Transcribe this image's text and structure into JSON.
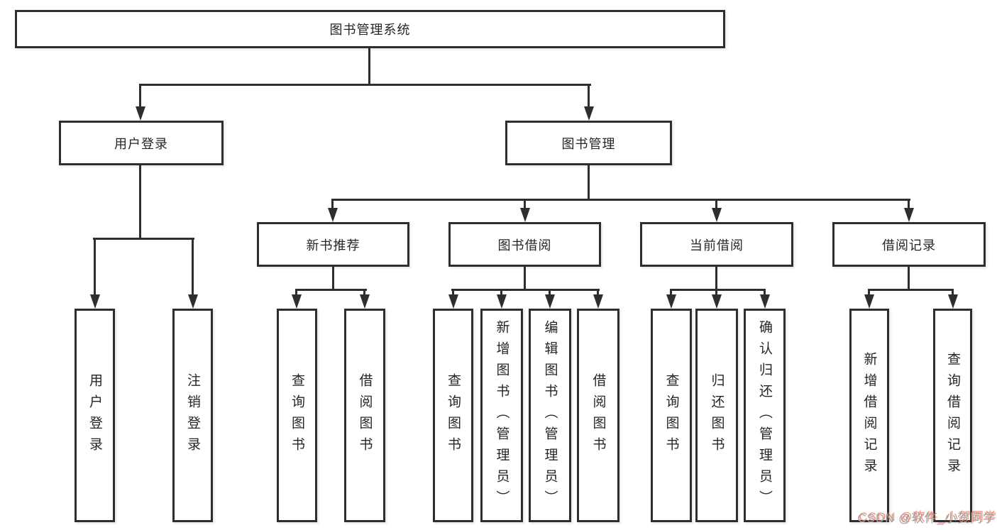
{
  "diagram": {
    "title": "图书管理系统",
    "root": {
      "label": "图书管理系统"
    },
    "branches": [
      {
        "label": "用户登录",
        "children": [
          {
            "label": "用户登录"
          },
          {
            "label": "注销登录"
          }
        ]
      },
      {
        "label": "图书管理",
        "children": [
          {
            "label": "新书推荐",
            "children": [
              {
                "label": "查询图书"
              },
              {
                "label": "借阅图书"
              }
            ]
          },
          {
            "label": "图书借阅",
            "children": [
              {
                "label": "查询图书"
              },
              {
                "label": "新增图书（管理员）"
              },
              {
                "label": "编辑图书（管理员）"
              },
              {
                "label": "借阅图书"
              }
            ]
          },
          {
            "label": "当前借阅",
            "children": [
              {
                "label": "查询图书"
              },
              {
                "label": "归还图书"
              },
              {
                "label": "确认归还（管理员）"
              }
            ]
          },
          {
            "label": "借阅记录",
            "children": [
              {
                "label": "新增借阅记录"
              },
              {
                "label": "查询借阅记录"
              }
            ]
          }
        ]
      }
    ]
  },
  "watermark": {
    "text": "CSDN @软件_小贺同学"
  },
  "colors": {
    "line": "#2e2e2e",
    "box_fill": "#ffffff",
    "text": "#262626",
    "background": "#ffffff",
    "watermark_gray": "#a0a0a0",
    "watermark_red": "#fc5531"
  }
}
